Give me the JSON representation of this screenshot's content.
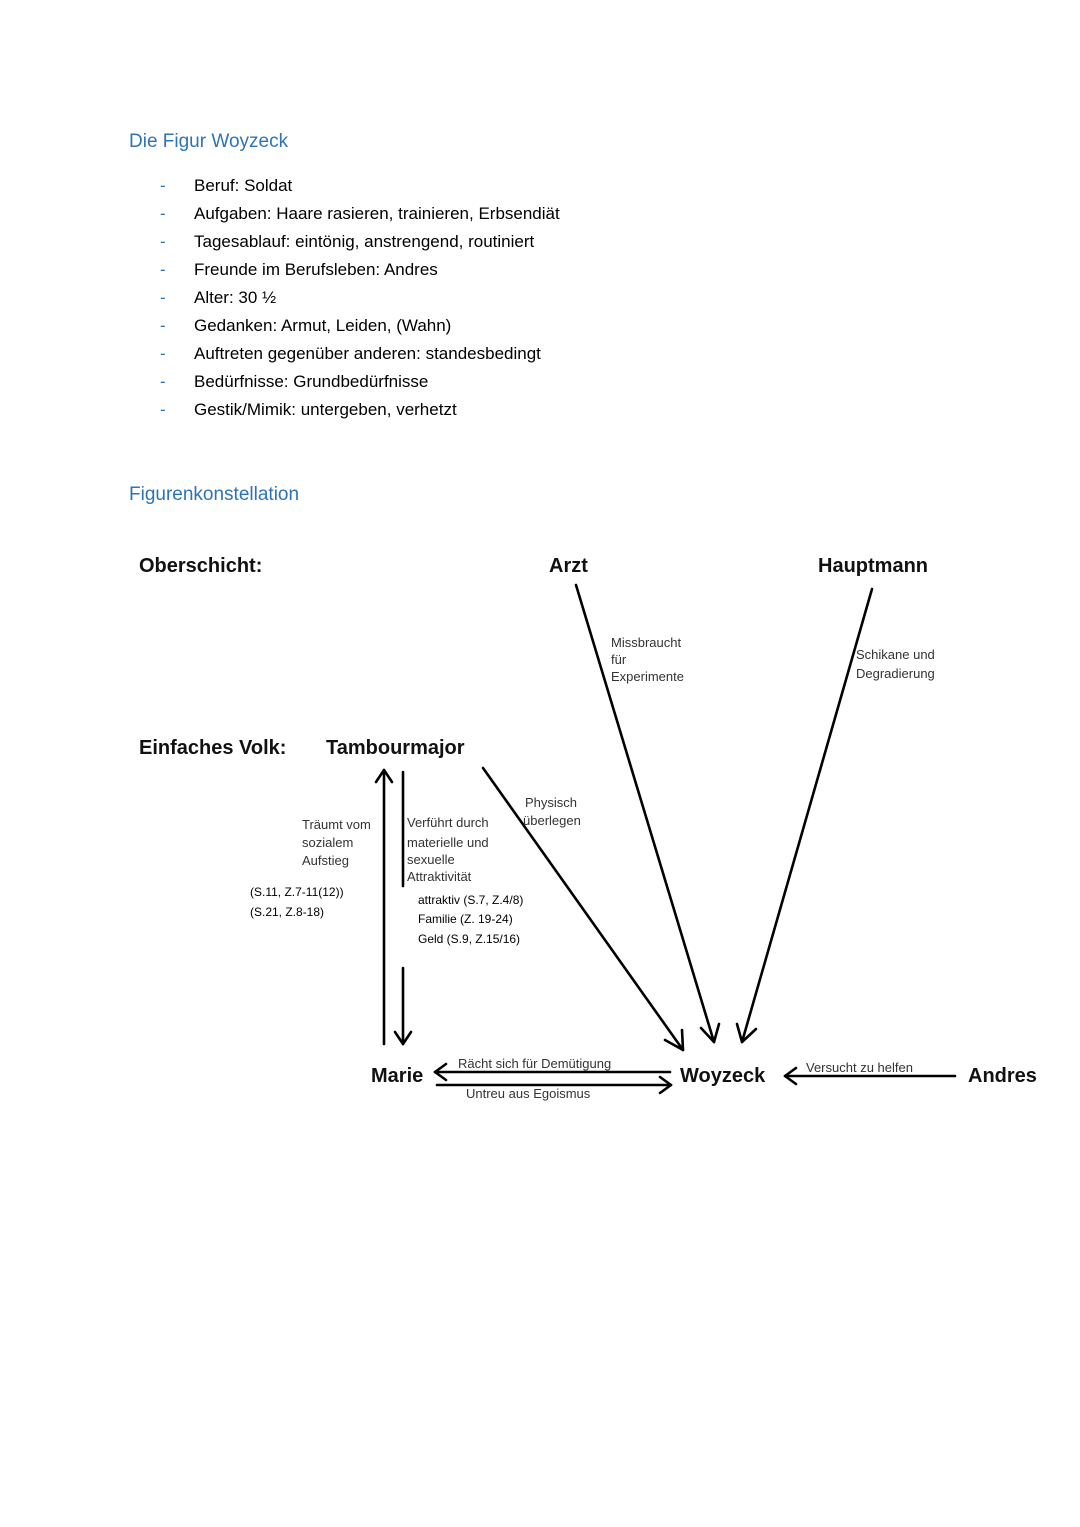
{
  "section1": {
    "title": "Die Figur Woyzeck",
    "bullet_marker": "-",
    "items": [
      "Beruf: Soldat",
      "Aufgaben: Haare rasieren, trainieren, Erbsendiät",
      "Tagesablauf: eintönig, anstrengend, routiniert",
      "Freunde im Berufsleben: Andres",
      "Alter: 30 ½",
      "Gedanken: Armut, Leiden, (Wahn)",
      "Auftreten gegenüber anderen: standesbedingt",
      "Bedürfnisse: Grundbedürfnisse",
      "Gestik/Mimik: untergeben, verhetzt"
    ]
  },
  "section2": {
    "title": "Figurenkonstellation"
  },
  "diagram": {
    "groups": {
      "upper": "Oberschicht:",
      "common": "Einfaches Volk:"
    },
    "nodes": {
      "arzt": "Arzt",
      "hauptmann": "Hauptmann",
      "tambourmajor": "Tambourmajor",
      "marie": "Marie",
      "woyzeck": "Woyzeck",
      "andres": "Andres"
    },
    "edges": {
      "arzt_woyzeck": [
        "Missbraucht",
        "für",
        "Experimente"
      ],
      "hauptmann_woyzeck": [
        "Schikane und",
        "Degradierung"
      ],
      "tambourmajor_woyzeck": [
        "Physisch",
        "überlegen"
      ],
      "marie_tambourmajor": [
        "Träumt vom",
        "sozialem",
        "Aufstieg"
      ],
      "tambourmajor_marie": [
        "Verführt durch",
        "materielle und",
        "sexuelle",
        "Attraktivität"
      ],
      "woyzeck_marie": "Rächt sich für Demütigung",
      "marie_woyzeck": "Untreu aus Egoismus",
      "andres_woyzeck": "Versucht zu helfen"
    },
    "refs_left": [
      "(S.11, Z.7-11(12))",
      "(S.21, Z.8-18)"
    ],
    "refs_right": [
      "attraktiv (S.7, Z.4/8)",
      "Familie (Z. 19-24)",
      "Geld (S.9, Z.15/16)"
    ]
  }
}
